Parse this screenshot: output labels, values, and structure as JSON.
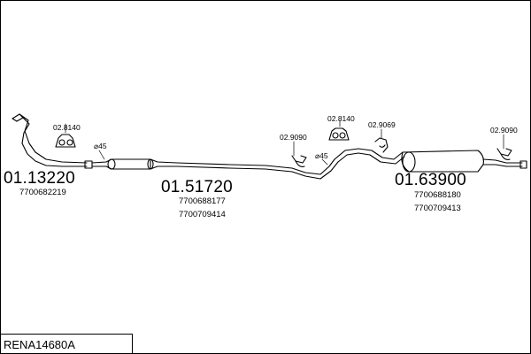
{
  "reference": "RENA14680A",
  "sections": {
    "front": {
      "part_no": "01.13220",
      "oe": [
        "7700682219"
      ]
    },
    "middle": {
      "part_no": "01.51720",
      "oe": [
        "7700688177",
        "7700709414"
      ]
    },
    "rear": {
      "part_no": "01.63900",
      "oe": [
        "7700688180",
        "7700709413"
      ]
    }
  },
  "accessories": {
    "front_hanger": "02.8140",
    "mid_hanger_a": "02.9090",
    "mid_hanger_b": "02.8140",
    "rear_hanger_a": "02.9069",
    "rear_hanger_b": "02.9090"
  },
  "pipe_diameters": {
    "front": "⌀45",
    "middle": "⌀45"
  }
}
